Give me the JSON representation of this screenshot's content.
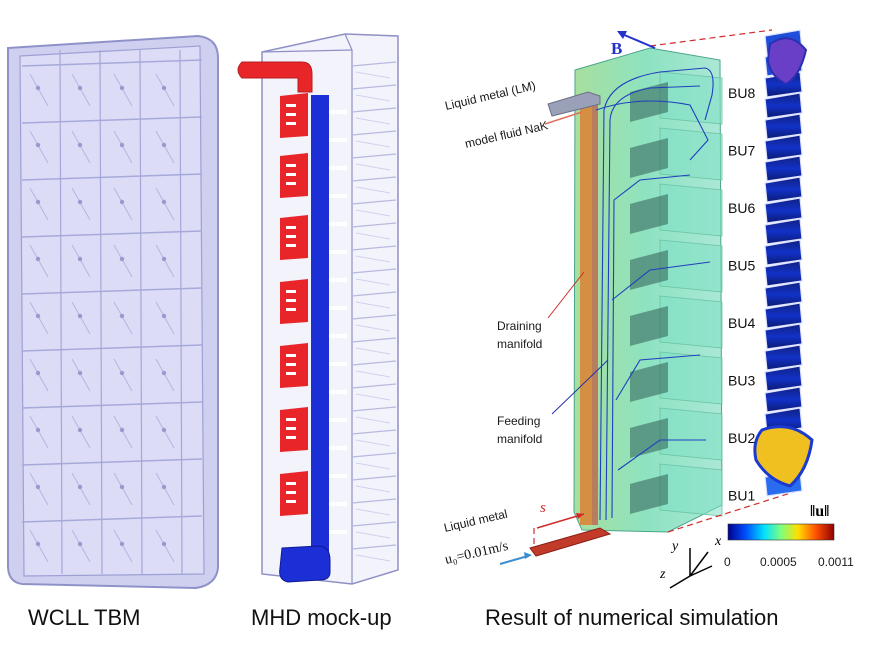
{
  "captions": {
    "tbm": "WCLL TBM",
    "mockup": "MHD mock-up",
    "simulation": "Result of numerical simulation"
  },
  "simulation": {
    "field_label": "B",
    "inlet_label_1": "Liquid metal (LM)",
    "inlet_label_2": "model fluid NaK",
    "draining_label_1": "Draining",
    "draining_label_2": "manifold",
    "feeding_label_1": "Feeding",
    "feeding_label_2": "manifold",
    "bottom_label": "Liquid metal",
    "velocity_label": "u₀=0.01m/s",
    "s_label": "s",
    "breeder_units": [
      "BU8",
      "BU7",
      "BU6",
      "BU5",
      "BU4",
      "BU3",
      "BU2",
      "BU1"
    ],
    "axes": {
      "x": "x",
      "y": "y",
      "z": "z"
    }
  },
  "colorbar": {
    "title": "‖u‖",
    "ticks": [
      "0",
      "0.0005",
      "0.0011"
    ],
    "colors": [
      "#00008f",
      "#0050ff",
      "#00dfff",
      "#7fff7f",
      "#ffdf00",
      "#ff5000",
      "#8f0000"
    ]
  },
  "colors": {
    "tbm": "#c8c9ee",
    "red_manifold": "#e8262a",
    "blue_manifold": "#1c2ed6",
    "streamline": "#1f3fbf",
    "green_units": "#5fd3a7",
    "red_dashed": "#d12a2a"
  }
}
